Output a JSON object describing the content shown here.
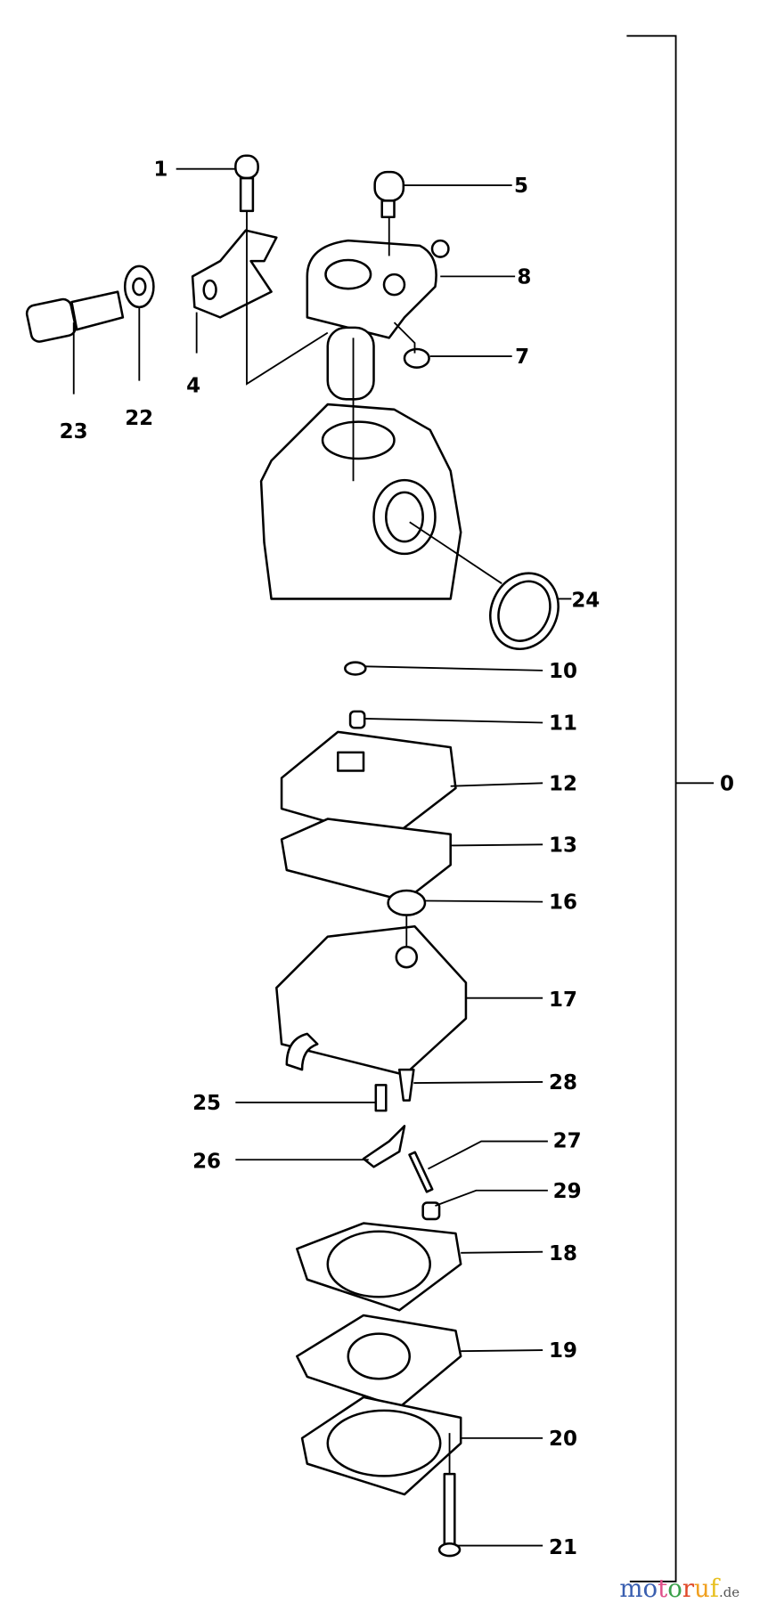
{
  "diagram": {
    "group_label": "0",
    "callouts": [
      {
        "id": "1",
        "label": "1"
      },
      {
        "id": "5",
        "label": "5"
      },
      {
        "id": "8",
        "label": "8"
      },
      {
        "id": "7",
        "label": "7"
      },
      {
        "id": "23",
        "label": "23"
      },
      {
        "id": "22",
        "label": "22"
      },
      {
        "id": "4",
        "label": "4"
      },
      {
        "id": "24",
        "label": "24"
      },
      {
        "id": "10",
        "label": "10"
      },
      {
        "id": "11",
        "label": "11"
      },
      {
        "id": "12",
        "label": "12"
      },
      {
        "id": "13",
        "label": "13"
      },
      {
        "id": "16",
        "label": "16"
      },
      {
        "id": "17",
        "label": "17"
      },
      {
        "id": "28",
        "label": "28"
      },
      {
        "id": "25",
        "label": "25"
      },
      {
        "id": "27",
        "label": "27"
      },
      {
        "id": "26",
        "label": "26"
      },
      {
        "id": "29",
        "label": "29"
      },
      {
        "id": "18",
        "label": "18"
      },
      {
        "id": "19",
        "label": "19"
      },
      {
        "id": "20",
        "label": "20"
      },
      {
        "id": "21",
        "label": "21"
      }
    ]
  },
  "watermark": {
    "letters": [
      {
        "ch": "m",
        "color": "#3a5fb0"
      },
      {
        "ch": "o",
        "color": "#3a5fb0"
      },
      {
        "ch": "t",
        "color": "#e0508a"
      },
      {
        "ch": "o",
        "color": "#3aa04a"
      },
      {
        "ch": "r",
        "color": "#e04a2a"
      },
      {
        "ch": "u",
        "color": "#f0a020"
      },
      {
        "ch": "f",
        "color": "#e8c020"
      }
    ],
    "text": "motoruf",
    "suffix": ".de"
  }
}
